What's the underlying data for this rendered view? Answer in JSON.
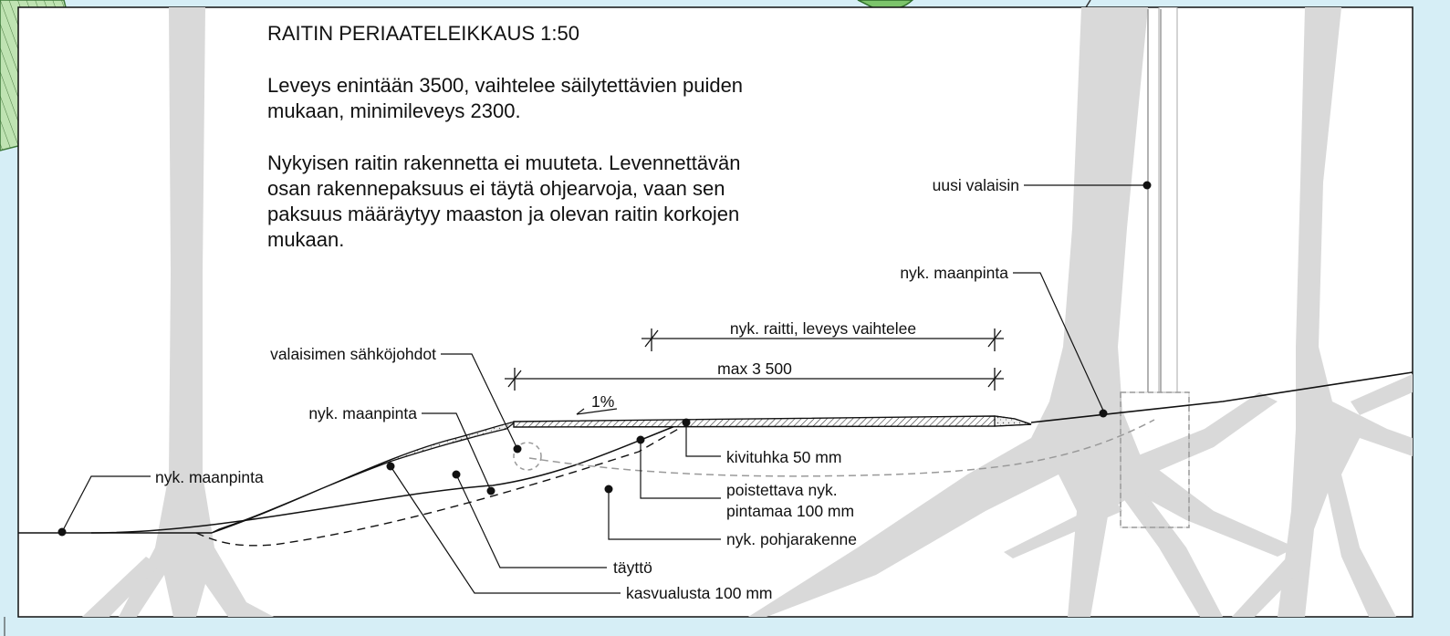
{
  "title": "RAITIN PERIAATELEIKKAUS 1:50",
  "description_lines": [
    "Leveys enintään 3500, vaihtelee säilytettävien puiden",
    "mukaan, minimileveys 2300."
  ],
  "note_lines": [
    "Nykyisen raitin rakennetta ei muuteta. Levennettävän",
    "osan rakennepaksuus ei täytä ohjearvoja, vaan sen",
    "paksuus määräytyy maaston ja olevan raitin korkojen",
    "mukaan."
  ],
  "labels": {
    "uusi_valaisin": "uusi valaisin",
    "nyk_maanpinta_right": "nyk. maanpinta",
    "valaisimen_sahkojohdot": "valaisimen sähköjohdot",
    "nyk_maanpinta_mid": "nyk. maanpinta",
    "nyk_maanpinta_left": "nyk. maanpinta",
    "kivituhka": "kivituhka 50 mm",
    "poistettava_line1": "poistettava nyk.",
    "poistettava_line2": "pintamaa 100 mm",
    "nyk_pohjarakenne": "nyk. pohjarakenne",
    "tayttö": "täyttö",
    "kasvualusta": "kasvualusta 100 mm"
  },
  "dimensions": {
    "raitti": "nyk. raitti, leveys vaihtelee",
    "max_width": "max 3 500",
    "slope": "1%"
  },
  "colors": {
    "background": "#d6eef6",
    "sheet": "#ffffff",
    "tree": "#d9d9d9",
    "line": "#111111",
    "dashed_gray": "#9a9a9a",
    "plan_green": "#a9d99a"
  }
}
